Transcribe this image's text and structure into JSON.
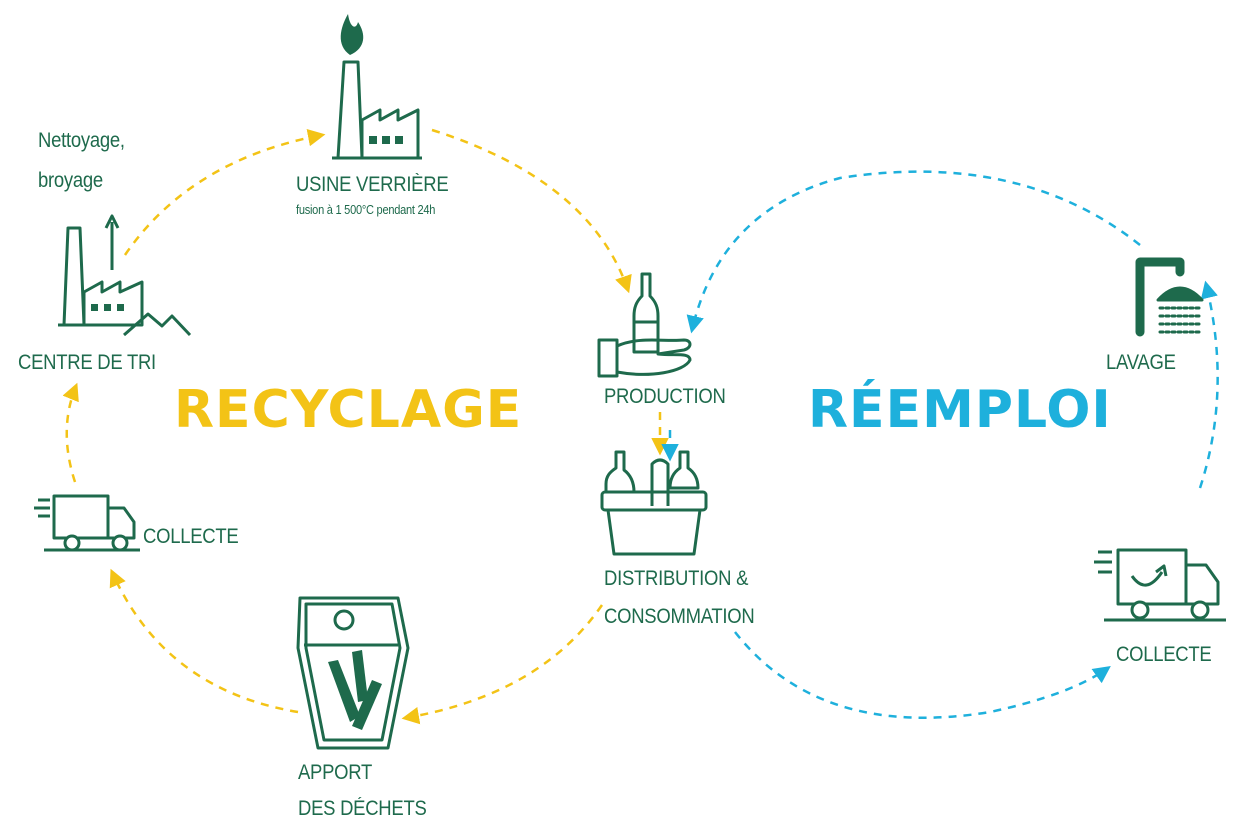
{
  "colors": {
    "green": "#1e6a4c",
    "yellow": "#f3c316",
    "blue": "#1eb0dc"
  },
  "cycles": {
    "recycling_title": "RECYCLAGE",
    "reuse_title": "RÉEMPLOI"
  },
  "nodes": {
    "usine": {
      "title": "USINE VERRIÈRE",
      "subtitle": "fusion à 1 500°C pendant 24h"
    },
    "centre_tri": {
      "title": "CENTRE DE TRI",
      "note_line1": "Nettoyage,",
      "note_line2": "broyage"
    },
    "collecte_recyclage": {
      "title": "COLLECTE"
    },
    "apport": {
      "line1": "APPORT",
      "line2": "DES DÉCHETS"
    },
    "production": {
      "title": "PRODUCTION"
    },
    "distribution": {
      "line1": "DISTRIBUTION &",
      "line2": "CONSOMMATION"
    },
    "lavage": {
      "title": "LAVAGE"
    },
    "collecte_reemploi": {
      "title": "COLLECTE"
    }
  },
  "icons": [
    "factory-flame-icon",
    "sorting-factory-icon",
    "delivery-truck-icon",
    "glass-bin-icon",
    "hand-bottle-icon",
    "basket-bottles-icon",
    "shower-icon",
    "return-truck-icon"
  ]
}
